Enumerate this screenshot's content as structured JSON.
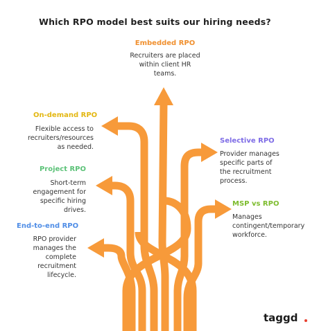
{
  "title": "Which RPO model best suits our hiring needs?",
  "colors": {
    "arrow": "#f79a3a",
    "embedded": "#f0902f",
    "on_demand": "#e3b712",
    "selective": "#7e6ce6",
    "project": "#5cc278",
    "msp": "#7dbc2e",
    "end_to_end": "#4f8de6",
    "logo_dot": "#e8402f"
  },
  "models": [
    {
      "name": "Embedded RPO",
      "lines": [
        "Recruiters are placed",
        "within client HR",
        "teams."
      ]
    },
    {
      "name": "On-demand RPO",
      "lines": [
        "Flexible access to",
        "recruiters/resources",
        "as needed."
      ]
    },
    {
      "name": "Selective RPO",
      "lines": [
        "Provider manages",
        "specific parts of",
        "the recruitment",
        "process."
      ]
    },
    {
      "name": "Project RPO",
      "lines": [
        "Short-term",
        "engagement for",
        "specific hiring",
        "drives."
      ]
    },
    {
      "name": "MSP vs RPO",
      "lines": [
        "Manages",
        "contingent/temporary",
        "workforce."
      ]
    },
    {
      "name": "End-to-end RPO",
      "lines": [
        "RPO provider",
        "manages the",
        "complete",
        "recruitment",
        "lifecycle."
      ]
    }
  ],
  "icons": [
    "arrow-up-icon",
    "arrow-left-icon",
    "arrow-right-icon"
  ],
  "logo": {
    "text": "taggd"
  }
}
